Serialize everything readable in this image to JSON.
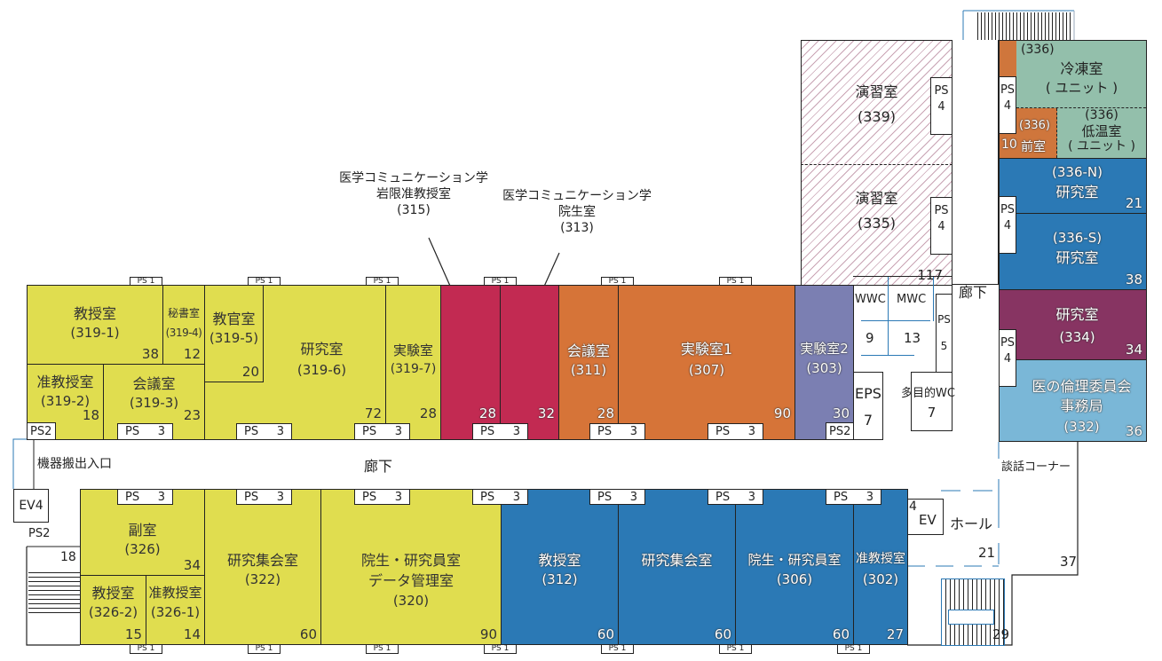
{
  "callouts": [
    {
      "lines": [
        "医学コミュニケーション学",
        "岩限准教授室",
        "(315)"
      ]
    },
    {
      "lines": [
        "医学コミュニケーション学",
        "院生室",
        "(313)"
      ]
    }
  ],
  "rooms": {
    "r319_1": {
      "name": "教授室",
      "num": "(319-1)",
      "area": "38"
    },
    "r319_4": {
      "name": "秘書室",
      "num": "(319-4)",
      "area": "12"
    },
    "r319_5": {
      "name": "教官室",
      "num": "(319-5)",
      "area": "20"
    },
    "r319_6": {
      "name": "研究室",
      "num": "(319-6)",
      "area": "72"
    },
    "r319_7": {
      "name": "実験室",
      "num": "(319-7)",
      "area": "28"
    },
    "r319_2": {
      "name": "准教授室",
      "num": "(319-2)",
      "area": "18"
    },
    "r319_3": {
      "name": "会議室",
      "num": "(319-3)",
      "area": "23"
    },
    "r315": {
      "area": "28"
    },
    "r313": {
      "area": "32"
    },
    "r311": {
      "name": "会議室",
      "num": "(311)",
      "area": "28"
    },
    "r307": {
      "name": "実験室1",
      "num": "(307)",
      "area": "90"
    },
    "r303": {
      "name": "実験室2",
      "num": "(303)",
      "area": "30"
    },
    "r339": {
      "name": "演習室",
      "num": "(339)"
    },
    "r335": {
      "name": "演習室",
      "num": "(335)",
      "area": "117"
    },
    "r336f": {
      "num": "(336)",
      "name": "冷凍室",
      "sub": "( ユニット )"
    },
    "r336a": {
      "num": "(336)",
      "name": "前室",
      "area": "10"
    },
    "r336l": {
      "num": "(336)",
      "name": "低温室",
      "sub": "( ユニット )"
    },
    "r336n": {
      "num": "(336-N)",
      "name": "研究室",
      "area": "21"
    },
    "r336s": {
      "num": "(336-S)",
      "name": "研究室",
      "area": "38"
    },
    "r334": {
      "name": "研究室",
      "num": "(334)",
      "area": "34"
    },
    "r332": {
      "name": "医の倫理委員会",
      "name2": "事務局",
      "num": "(332)",
      "area": "36"
    },
    "r326": {
      "name": "副室",
      "num": "(326)",
      "area": "34"
    },
    "r326_2": {
      "name": "教授室",
      "num": "(326-2)",
      "area": "15"
    },
    "r326_1": {
      "name": "准教授室",
      "num": "(326-1)",
      "area": "14"
    },
    "r322": {
      "name": "研究集会室",
      "num": "(322)",
      "area": "60"
    },
    "r320": {
      "name": "院生・研究員室",
      "name2": "データ管理室",
      "num": "(320)",
      "area": "90"
    },
    "r312": {
      "name": "教授室",
      "num": "(312)",
      "area": "60"
    },
    "rkk": {
      "name": "研究集会室",
      "area": "60"
    },
    "r306": {
      "name": "院生・研究員室",
      "num": "(306)",
      "area": "60"
    },
    "r302": {
      "name": "准教授室",
      "num": "(302)",
      "area": "27"
    }
  },
  "service": {
    "ps": "PS",
    "ps2": "PS2",
    "three": "3",
    "one": "1",
    "four": "4",
    "five": "5",
    "wwc": "WWC",
    "wwc_area": "9",
    "mwc": "MWC",
    "mwc_area": "13",
    "eps": "EPS",
    "eps_area": "7",
    "mwc_multi": "多目的WC",
    "multi_area": "7",
    "ev4": "EV4",
    "ev": "EV",
    "ev_area": "4",
    "stair_left_area": "18"
  },
  "labels": {
    "corridor": "廊下",
    "corridor_v": "廊下",
    "loading": "機器搬出入口",
    "hall": "ホール",
    "lounge": "談話コーナー",
    "hall_area": "21",
    "lounge_area": "37",
    "stair_area": "29"
  },
  "colors": {
    "yellow": "#e0dd4f",
    "crimson": "#c22a52",
    "orange": "#d67438",
    "purple": "#7b7fb2",
    "blue": "#2b79b5",
    "green": "#93bfab",
    "maroon": "#873462",
    "lightblue": "#7ab7d7"
  }
}
